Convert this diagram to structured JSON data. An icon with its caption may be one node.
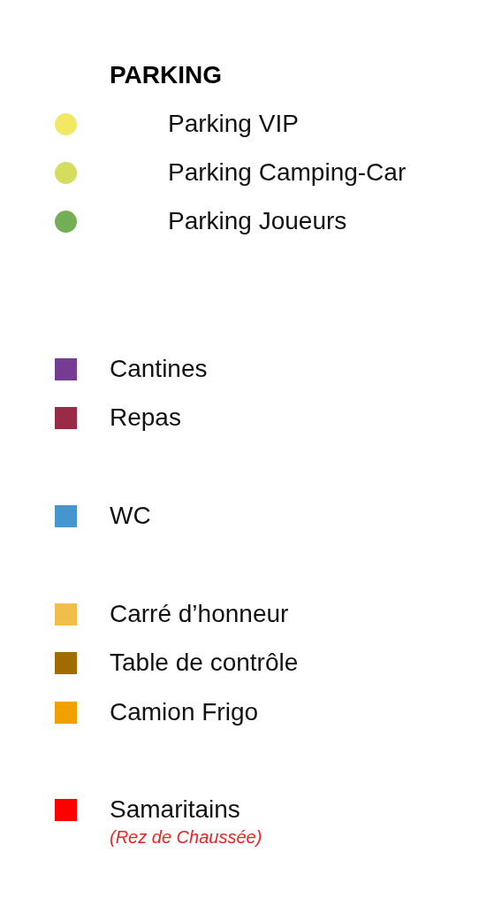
{
  "diagram": {
    "labels": [
      "PARKING",
      "(Rez de Chaussée)"
    ],
    "legend": [
      {
        "text": "Parking VIP",
        "color": "#f1e963"
      },
      {
        "text": "Parking Camping-Car",
        "color": "#d6dd5c"
      },
      {
        "text": "Parking Joueurs",
        "color": "#74ae56"
      },
      {
        "text": "Cantines",
        "color": "#763c93"
      },
      {
        "text": "Repas",
        "color": "#9a2b47"
      },
      {
        "text": "WC",
        "color": "#4595cf"
      },
      {
        "text": "Carré d’honneur",
        "color": "#f1be4b"
      },
      {
        "text": "Table de contrôle",
        "color": "#a06c00"
      },
      {
        "text": "Camion Frigo",
        "color": "#f0a000"
      },
      {
        "text": "Samaritains",
        "color": "#ff0000"
      }
    ]
  }
}
